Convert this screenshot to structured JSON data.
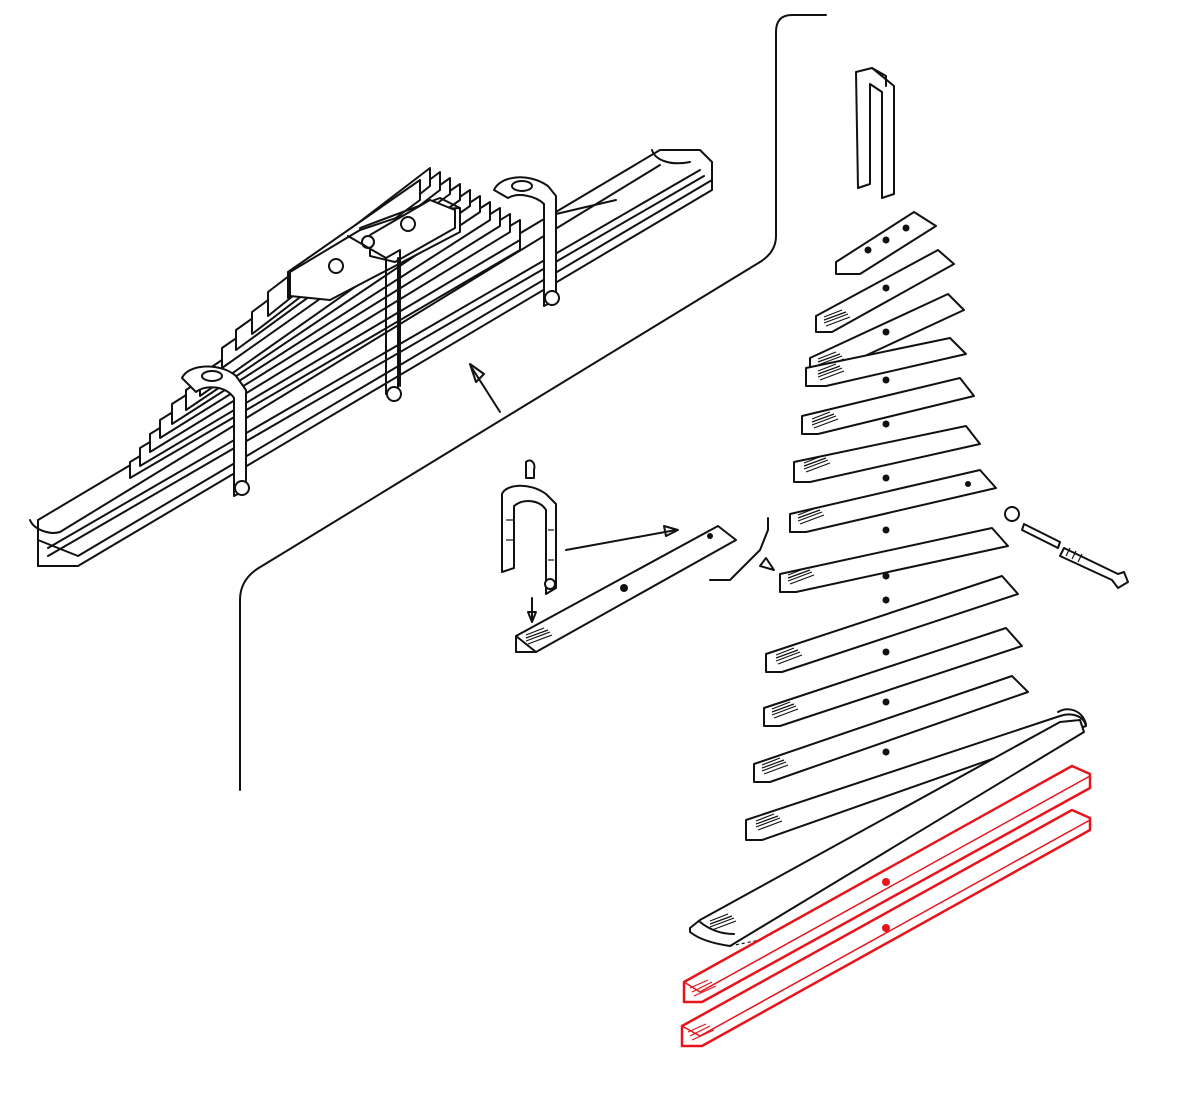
{
  "colors": {
    "ink": "#111111",
    "highlight": "#e8141c",
    "background": "#ffffff"
  },
  "diagram": {
    "type": "exploded-parts-drawing",
    "subject": "leaf-spring-assembly",
    "icons": [
      "assembled-leaf-spring-icon",
      "u-clamp-icon",
      "center-bolt-icon",
      "spring-leaf-icon",
      "main-leaf-eye-icon"
    ],
    "leaf_count_plain": 14,
    "highlighted_leaf_count": 2
  }
}
